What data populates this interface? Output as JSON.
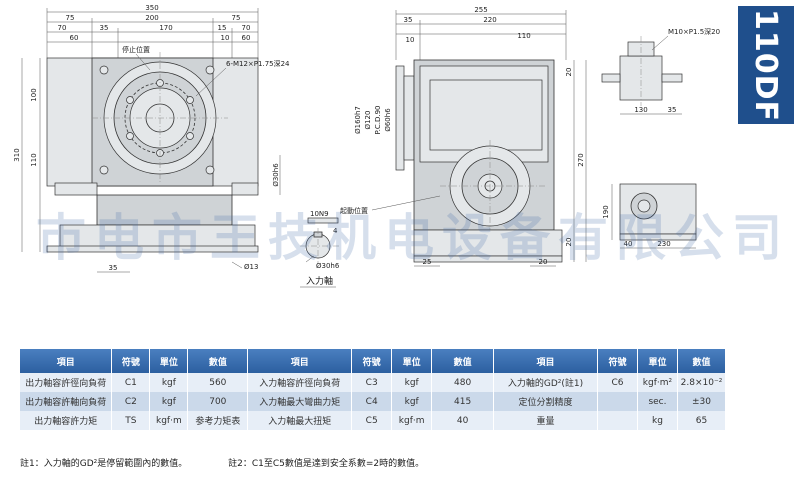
{
  "model": "110DF",
  "watermark": "巿电市王技机电设备有限公司",
  "drawing": {
    "front_view": {
      "top_dims": [
        "350",
        "75",
        "200",
        "75",
        "70",
        "35",
        "170",
        "15",
        "70",
        "60",
        "10",
        "60"
      ],
      "left_dims": [
        "100",
        "310",
        "110"
      ],
      "labels": {
        "stop_position": "停止位置",
        "thread": "6-M12×P1.75深24",
        "shaft_dia": "Ø30h6",
        "hole_dia": "Ø13",
        "bottom_dim": "35"
      }
    },
    "side_view": {
      "top_dims": [
        "255",
        "35",
        "220",
        "10",
        "110"
      ],
      "right_dims": [
        "20",
        "270",
        "20"
      ],
      "bottom_dims": [
        "25",
        "20"
      ],
      "diameters": [
        "Ø160h7",
        "Ø120",
        "P.C.D.90",
        "Ø60h6"
      ],
      "labels": {
        "start_position": "起動位置"
      }
    },
    "input_shaft": {
      "key": "10N9",
      "dim": "4",
      "dia": "Ø30h6",
      "label": "入力軸"
    },
    "small_top_view": {
      "thread": "M10×P1.5深20",
      "dims": [
        "130",
        "35"
      ]
    },
    "small_bottom_view": {
      "dims": [
        "190",
        "40",
        "230"
      ]
    }
  },
  "table": {
    "headers": [
      "項目",
      "符號",
      "單位",
      "數值",
      "項目",
      "符號",
      "單位",
      "數值",
      "項目",
      "符號",
      "單位",
      "數值"
    ],
    "rows": [
      [
        "出力軸容許徑向負荷",
        "C1",
        "kgf",
        "560",
        "入力軸容許徑向負荷",
        "C3",
        "kgf",
        "480",
        "入力軸的GD²(註1)",
        "C6",
        "kgf·m²",
        "2.8×10⁻²"
      ],
      [
        "出力軸容許軸向負荷",
        "C2",
        "kgf",
        "700",
        "入力軸最大彎曲力矩",
        "C4",
        "kgf",
        "415",
        "定位分割精度",
        "",
        "sec.",
        "±30"
      ],
      [
        "出力軸容許力矩",
        "TS",
        "kgf·m",
        "参考力矩表",
        "入力軸最大扭矩",
        "C5",
        "kgf·m",
        "40",
        "重量",
        "",
        "kg",
        "65"
      ]
    ]
  },
  "notes": [
    "註1：入力軸的GD²是停留範圍內的數值。",
    "註2：C1至C5數值是達到安全系數=2時的數值。"
  ]
}
